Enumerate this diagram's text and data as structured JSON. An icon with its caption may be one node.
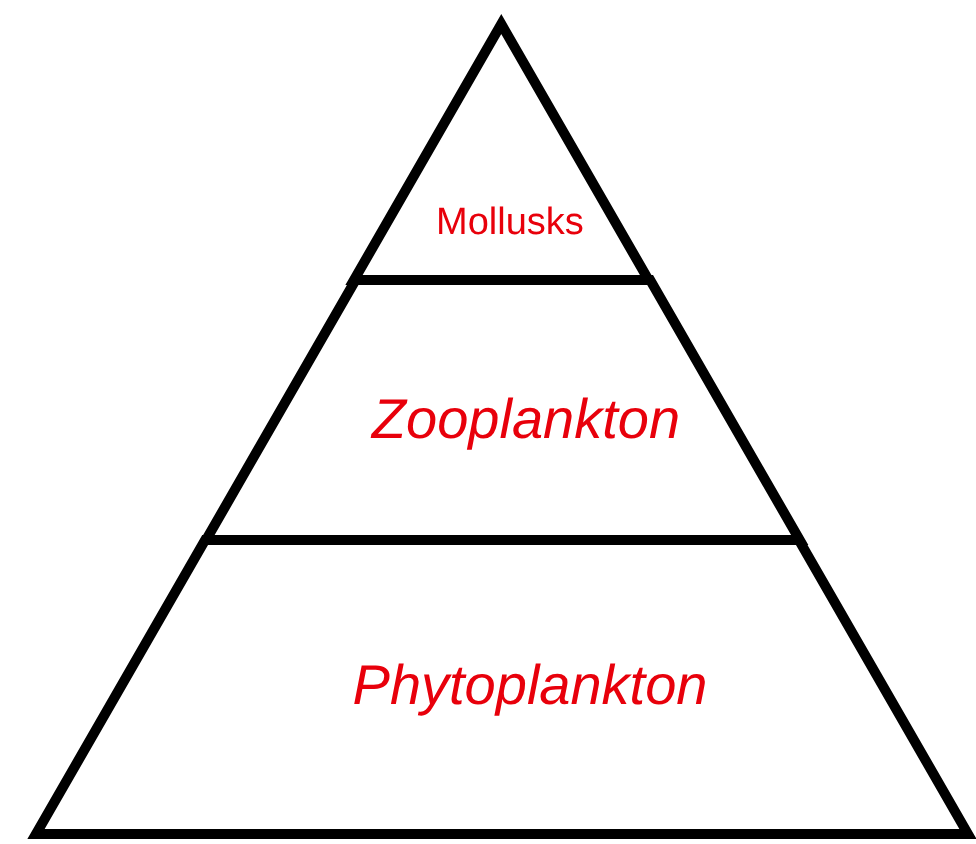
{
  "diagram": {
    "nodes": [
      {
        "text": [
          "Mollusks"
        ]
      },
      {
        "text": [
          "Zooplankton"
        ]
      },
      {
        "text": [
          "Phytoplankton"
        ]
      }
    ]
  }
}
